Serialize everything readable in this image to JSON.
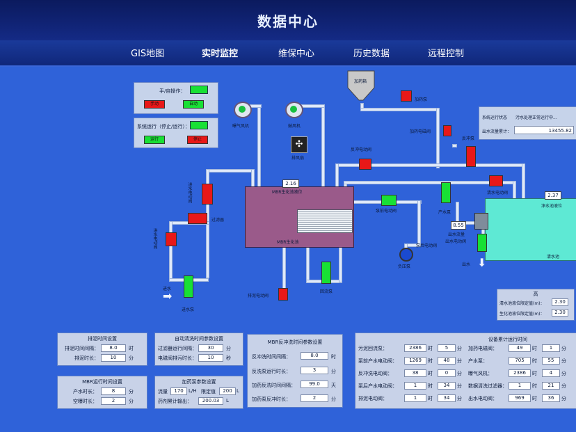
{
  "app": {
    "title": "数据中心"
  },
  "nav": [
    "GIS地图",
    "实时监控",
    "维保中心",
    "历史数据",
    "远程控制"
  ],
  "mode_panel": {
    "hand_auto_label": "手/自操作：",
    "manual_btn": "手动",
    "auto_btn": "自动",
    "system_run_label": "系统运行（停止/运行）：",
    "run_btn": "运行",
    "stop_btn": "停止"
  },
  "status_panel": {
    "status_label": "系统运行状态",
    "status_value": "污水处理正常运行中...",
    "flow_label": "出水流量累计：",
    "flow_value": "13455.82"
  },
  "process": {
    "mbr_level_value": "2.16",
    "mbr_level_label": "MBR生化池液位",
    "mbr_tank_label": "MBR生化池",
    "clean_level_value": "2.37",
    "clean_level_label": "净水池液位",
    "clean_tank_label": "清水池",
    "outflow_value": "8.55",
    "labels": {
      "aerator1": "曝气风机",
      "aerator2": "鼓风机",
      "dosing_tank": "加药箱",
      "dosing_pump": "加药泵",
      "dosing_valve": "加药电磁阀",
      "exhaust_fan": "排风扇",
      "backwash_valve": "反冲电动阀",
      "backwash_pump": "反冲泵",
      "filter": "过滤器",
      "inlet_valve1": "进水电动阀",
      "inlet_valve2": "进水电动阀",
      "inlet": "进水",
      "inlet_pump": "进水泵",
      "discharge_valve": "排泥电动阀",
      "return_pump": "回流泵",
      "pump_front_valve": "泵前电动阀",
      "production_pump": "产水泵",
      "vacuum_pump": "负压泵",
      "drain_valve": "泵后电动阀",
      "outflow_meter": "出水流量",
      "outlet_valve": "出水电动阀",
      "outlet": "出水",
      "clean_valve": "清水电动阀"
    }
  },
  "panel_sludge": {
    "title": "排泥时间设置",
    "rows": [
      {
        "label": "排泥时间间隔：",
        "value": "8.0",
        "unit": "时"
      },
      {
        "label": "排泥时长：",
        "value": "10",
        "unit": "分"
      }
    ]
  },
  "panel_mbr": {
    "title": "MBR运行时间设置",
    "rows": [
      {
        "label": "产水时长：",
        "value": "8",
        "unit": "分"
      },
      {
        "label": "空曝时长：",
        "value": "2",
        "unit": "分"
      }
    ]
  },
  "panel_auto_clean": {
    "title": "自动清洗时间参数设置",
    "rows": [
      {
        "label": "过滤器运行间隔：",
        "value": "30",
        "unit": "分"
      },
      {
        "label": "电磁阀排污时长：",
        "value": "10",
        "unit": "秒"
      }
    ]
  },
  "panel_dosing": {
    "title": "加药泵参数设置",
    "flow_label": "流量",
    "flow_value": "170",
    "flow_unit": "L/H",
    "limit_label": "限定值",
    "limit_value": "200",
    "limit_unit": "L",
    "total_label": "药剂累计输出：",
    "total_value": "200.03",
    "total_unit": "L"
  },
  "panel_backwash": {
    "title": "MBR反冲洗时间参数设置",
    "rows": [
      {
        "label": "反冲洗时间间隔：",
        "value": "8.0",
        "unit": "时"
      },
      {
        "label": "反洗泵运行时长：",
        "value": "3",
        "unit": "分"
      },
      {
        "label": "加药反洗时间间隔：",
        "value": "99.0",
        "unit": "天"
      },
      {
        "label": "加药泵反冲时长：",
        "value": "2",
        "unit": "分"
      }
    ]
  },
  "panel_level": {
    "title": "高",
    "rows": [
      {
        "label": "清水池液位限定值(m)：",
        "value": "2.30"
      },
      {
        "label": "生化池液位限定值(m)：",
        "value": "2.30"
      }
    ]
  },
  "panel_runtime": {
    "title": "设备累计运行时间",
    "rows": [
      {
        "l1": "污泥回流泵：",
        "v1": "2386",
        "u1": "时",
        "v2": "5",
        "u2": "分",
        "l2": "加药电磁阀：",
        "v3": "49",
        "u3": "时",
        "v4": "1",
        "u4": "分"
      },
      {
        "l1": "泵前产水电动阀：",
        "v1": "1269",
        "u1": "时",
        "v2": "48",
        "u2": "分",
        "l2": "产水泵：",
        "v3": "705",
        "u3": "时",
        "v4": "55",
        "u4": "分"
      },
      {
        "l1": "反冲洗电动阀：",
        "v1": "38",
        "u1": "时",
        "v2": "0",
        "u2": "分",
        "l2": "曝气风机：",
        "v3": "2386",
        "u3": "时",
        "v4": "4",
        "u4": "分"
      },
      {
        "l1": "泵后产水电动阀：",
        "v1": "1",
        "u1": "时",
        "v2": "34",
        "u2": "分",
        "l2": "数据清洗过滤器：",
        "v3": "1",
        "u3": "时",
        "v4": "21",
        "u4": "分"
      },
      {
        "l1": "排泥电动阀：",
        "v1": "1",
        "u1": "时",
        "v2": "34",
        "u2": "分",
        "l2": "出水电动阀：",
        "v3": "969",
        "u3": "时",
        "v4": "36",
        "u4": "分"
      }
    ]
  },
  "colors": {
    "bg": "#2f62d9",
    "led_green": "#18e035",
    "led_red": "#e81818",
    "pipe": "#dfe9fa",
    "tank_mbr": "#9a5a8a",
    "tank_clean": "#5ee9d4"
  }
}
